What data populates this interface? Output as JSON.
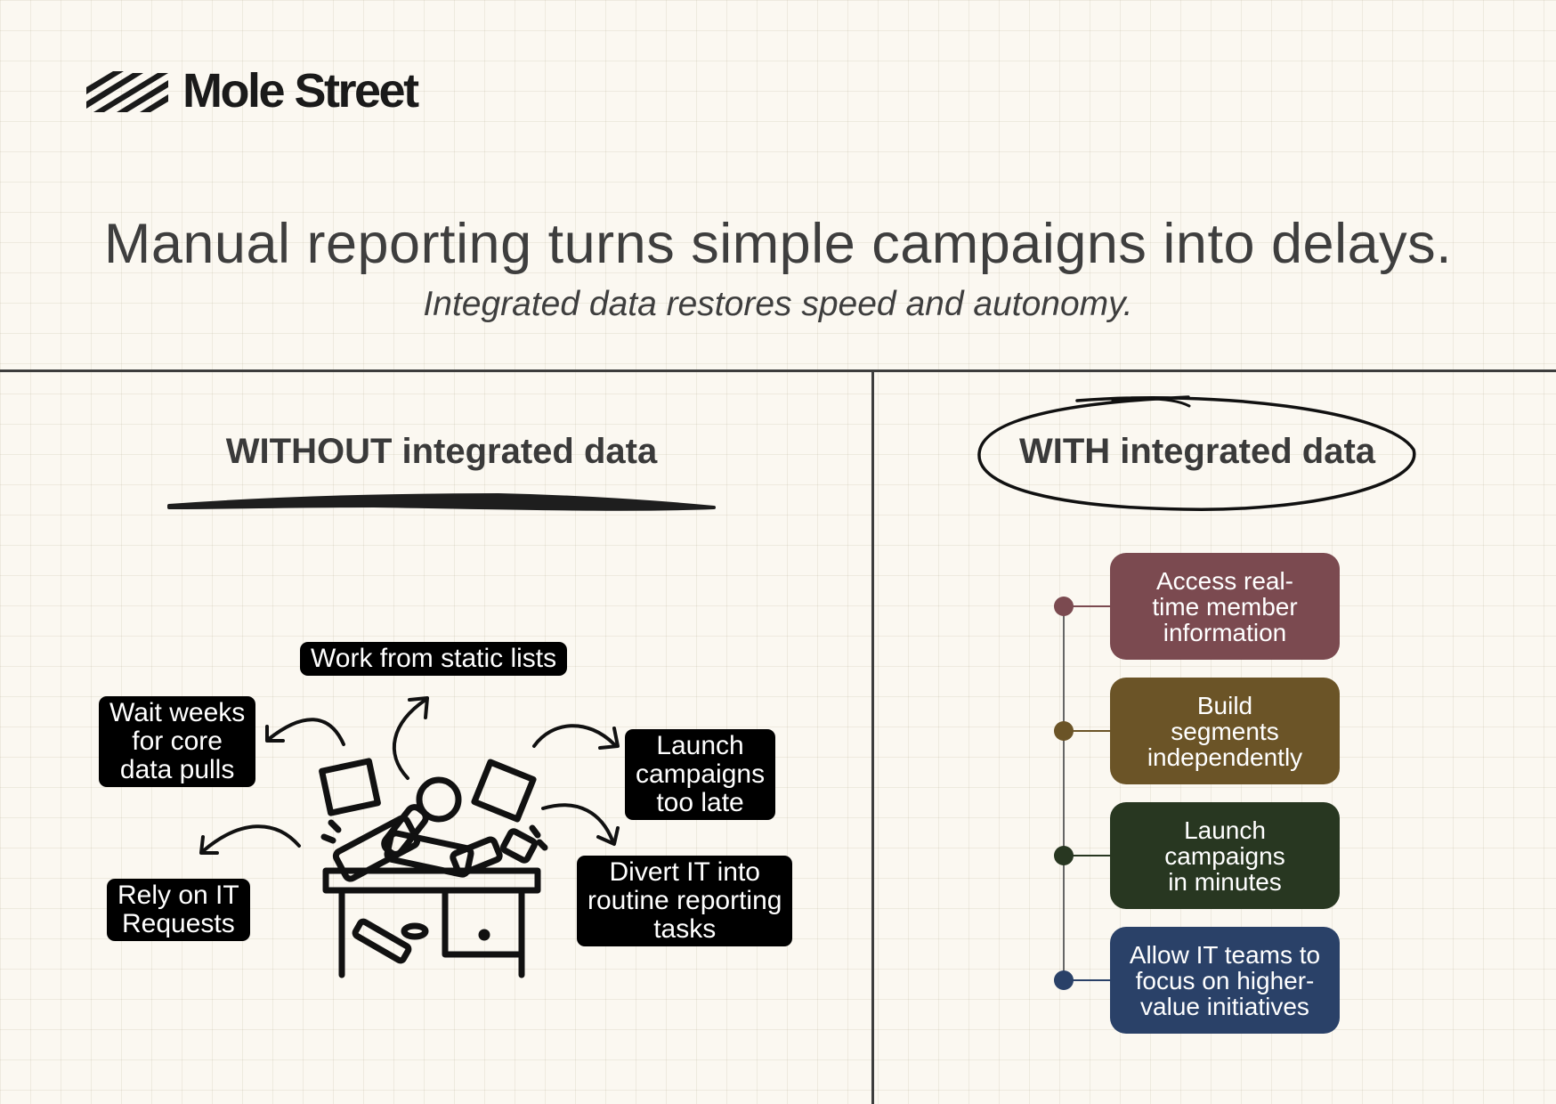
{
  "brand": {
    "name": "Mole Street",
    "logo_icon": "diagonal-stripes-icon"
  },
  "headline": "Manual reporting turns simple campaigns into delays.",
  "subheadline": "Integrated data restores speed and autonomy.",
  "left": {
    "heading": "WITHOUT integrated data",
    "illustration": "messy-desk-icon",
    "items": [
      "Work from static lists",
      "Wait weeks\nfor core\ndata pulls",
      "Launch\ncampaigns\ntoo late",
      "Rely on IT\nRequests",
      "Divert IT into\nroutine reporting\ntasks"
    ]
  },
  "right": {
    "heading": "WITH integrated data",
    "items": [
      {
        "label": "Access real-\ntime member\ninformation",
        "color": "#7b4a50"
      },
      {
        "label": "Build\nsegments\nindependently",
        "color": "#6b5427"
      },
      {
        "label": "Launch\ncampaigns\nin minutes",
        "color": "#283721"
      },
      {
        "label": "Allow IT teams to\nfocus on higher-\nvalue initiatives",
        "color": "#2a4168"
      }
    ]
  }
}
